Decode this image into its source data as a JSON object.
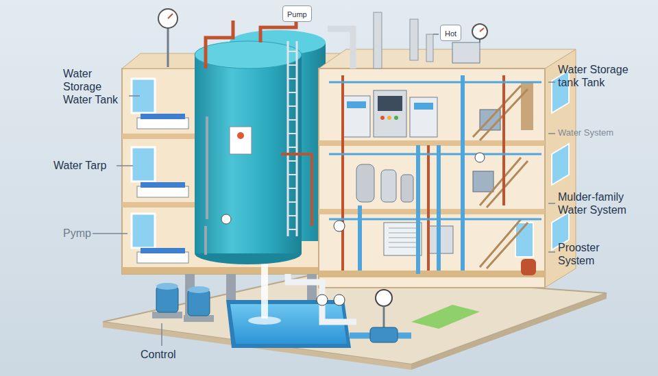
{
  "diagram": {
    "nodes": [
      {
        "text": [
          "Pump"
        ]
      },
      {
        "text": [
          "Hot"
        ]
      }
    ],
    "labels": [
      "Water Storage Water Tank",
      "Water Tarp",
      "Pymp",
      "Control",
      "Water Storage tank Tank",
      "Water System",
      "Mulder-family Water System",
      "Prooster System"
    ]
  }
}
